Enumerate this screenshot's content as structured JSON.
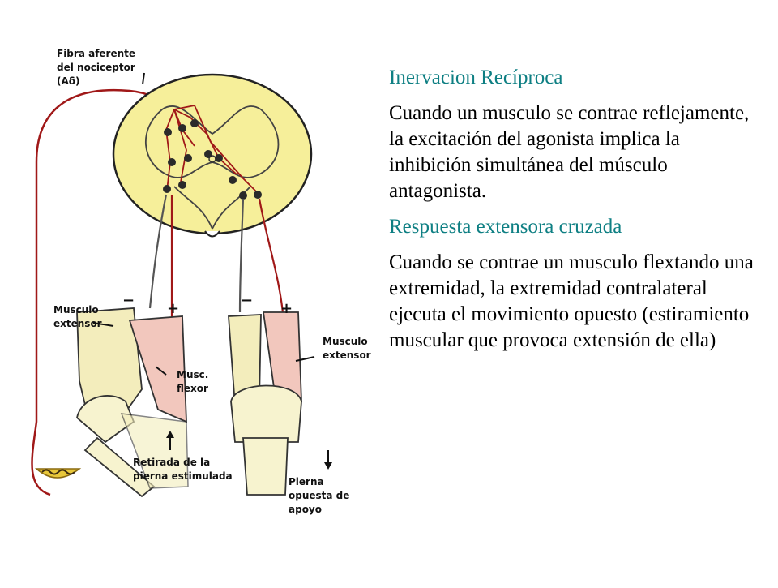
{
  "figure": {
    "labels": {
      "afferent_fiber": "Fibra aferente del nociceptor (Aδ)",
      "extensor_left": "Musculo extensor",
      "extensor_right": "Musculo extensor",
      "flexor": "Musc. flexor",
      "withdrawal": "Retirada de la pierna estimulada",
      "support": "Pierna opuesta de apoyo"
    },
    "signs": {
      "minus": "−",
      "plus": "+"
    },
    "colors": {
      "cord": "#f6ef9a",
      "nerve": "#a01818",
      "muscle_extensor": "#f3edbc",
      "muscle_flexor": "#f2c7bd",
      "bone": "#f7f3cf"
    }
  },
  "text": {
    "heading1": "Inervacion Recíproca",
    "para1": "Cuando un musculo se contrae reflejamente, la excitación del agonista implica la inhibición simultánea del músculo antagonista.",
    "heading2": "Respuesta extensora cruzada",
    "para2": "Cuando se contrae un musculo flextando una extremidad, la extremidad contralateral ejecuta el movimiento opuesto (estiramiento muscular que provoca extensión de ella)"
  }
}
